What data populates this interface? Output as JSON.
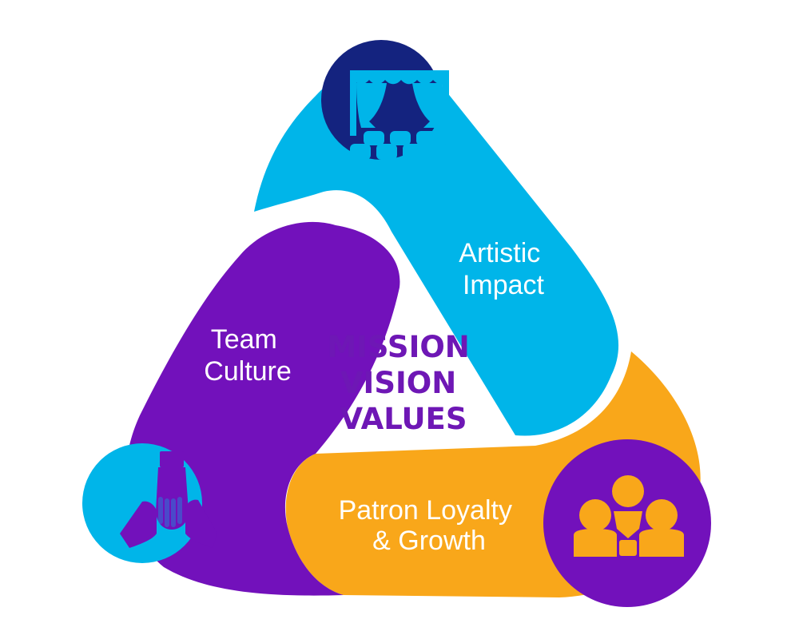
{
  "center": {
    "lines": [
      "MISSION",
      "VISION",
      "VALUES"
    ]
  },
  "segments": {
    "artistic": {
      "line1": "Artistic",
      "line2": "Impact"
    },
    "team": {
      "line1": "Team",
      "line2": "Culture"
    },
    "patron": {
      "line1": "Patron Loyalty",
      "line2": "& Growth"
    }
  },
  "icons": {
    "artistic": "theater-stage-icon",
    "team": "stacked-hands-icon",
    "patron": "audience-group-icon"
  },
  "colors": {
    "cyan": "#00B5E9",
    "purple": "#7211BB",
    "orange": "#F9A71A",
    "navy": "#14237F",
    "center_text": "#6E17B5",
    "white": "#FFFFFF"
  }
}
